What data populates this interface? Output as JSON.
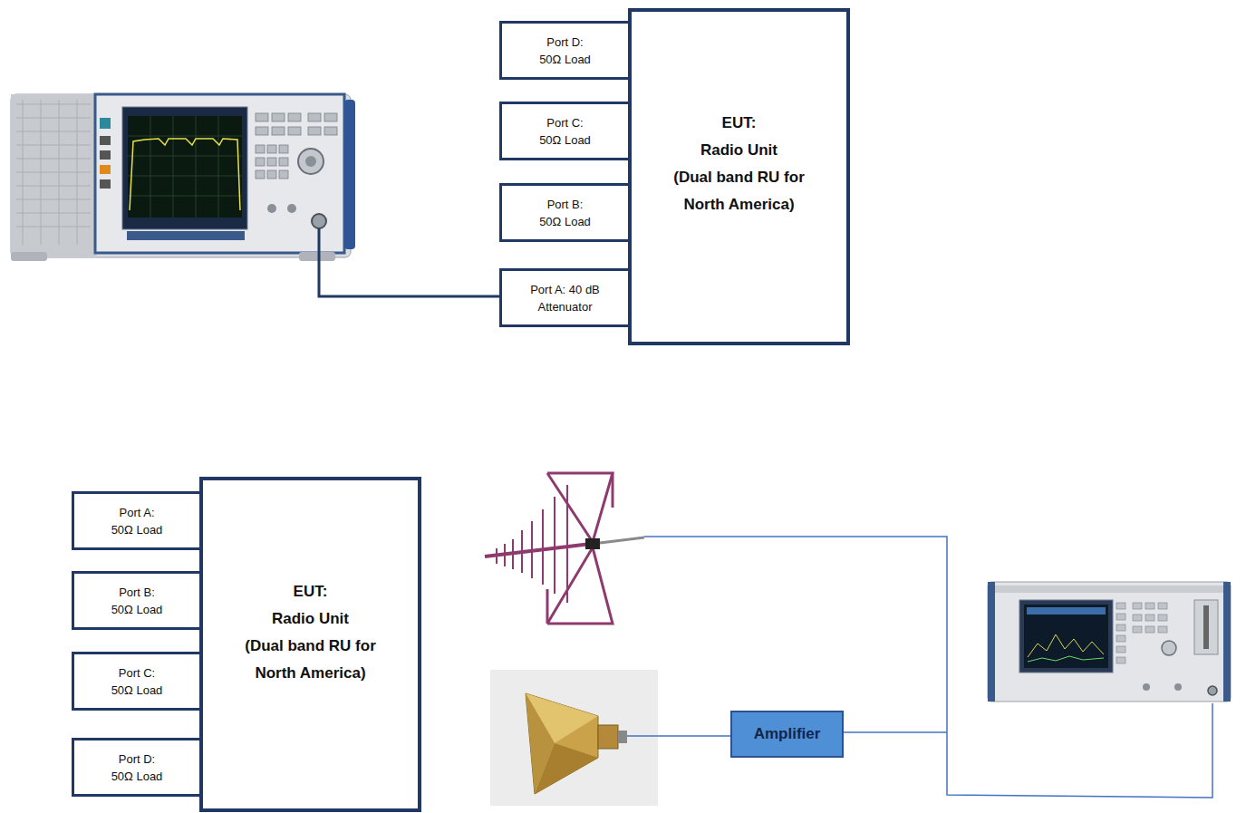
{
  "diagram": {
    "nodes": [
      {
        "text": [
          "Port D:",
          "50Ω Load"
        ]
      },
      {
        "text": [
          "Port C:",
          "50Ω Load"
        ]
      },
      {
        "text": [
          "Port B:",
          "50Ω Load"
        ]
      },
      {
        "text": [
          "Port A: 40 dB",
          "Attenuator"
        ]
      },
      {
        "text": [
          "EUT:",
          "Radio Unit",
          "(Dual band RU for North America)"
        ]
      },
      {
        "text": [
          "Port A:",
          "50Ω Load"
        ]
      },
      {
        "text": [
          "Port B:",
          "50Ω Load"
        ]
      },
      {
        "text": [
          "Port C:",
          "50Ω Load"
        ]
      },
      {
        "text": [
          "Port D:",
          "50Ω Load"
        ]
      },
      {
        "text": [
          "EUT:",
          "Radio Unit",
          "(Dual band RU for North America)"
        ]
      },
      {
        "text": [
          "Amplifier"
        ]
      }
    ]
  }
}
